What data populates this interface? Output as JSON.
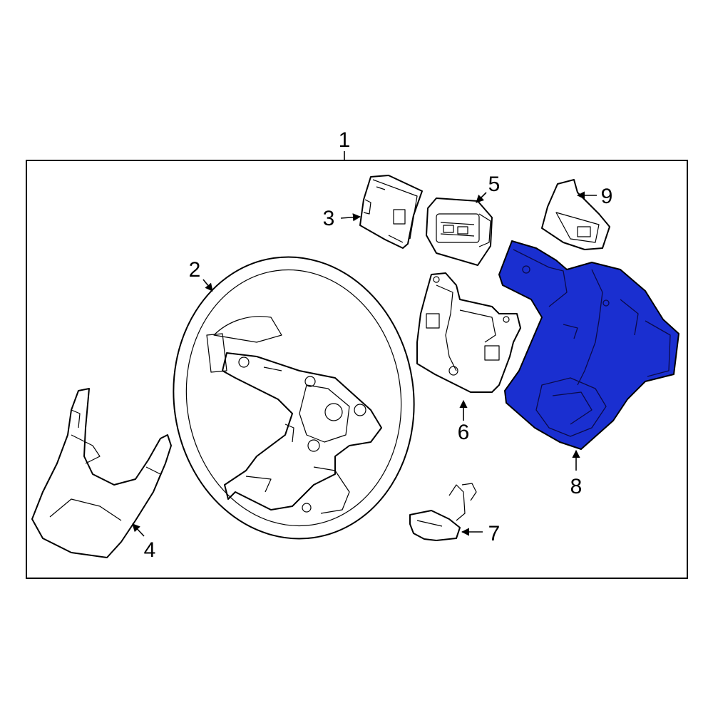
{
  "callouts": [
    {
      "id": "1",
      "label": "1"
    },
    {
      "id": "2",
      "label": "2"
    },
    {
      "id": "3",
      "label": "3"
    },
    {
      "id": "4",
      "label": "4"
    },
    {
      "id": "5",
      "label": "5"
    },
    {
      "id": "6",
      "label": "6"
    },
    {
      "id": "7",
      "label": "7"
    },
    {
      "id": "8",
      "label": "8"
    },
    {
      "id": "9",
      "label": "9"
    }
  ],
  "highlighted_part": "8",
  "colors": {
    "highlight": "#1a2fd0",
    "line": "#000000",
    "background": "#ffffff"
  }
}
